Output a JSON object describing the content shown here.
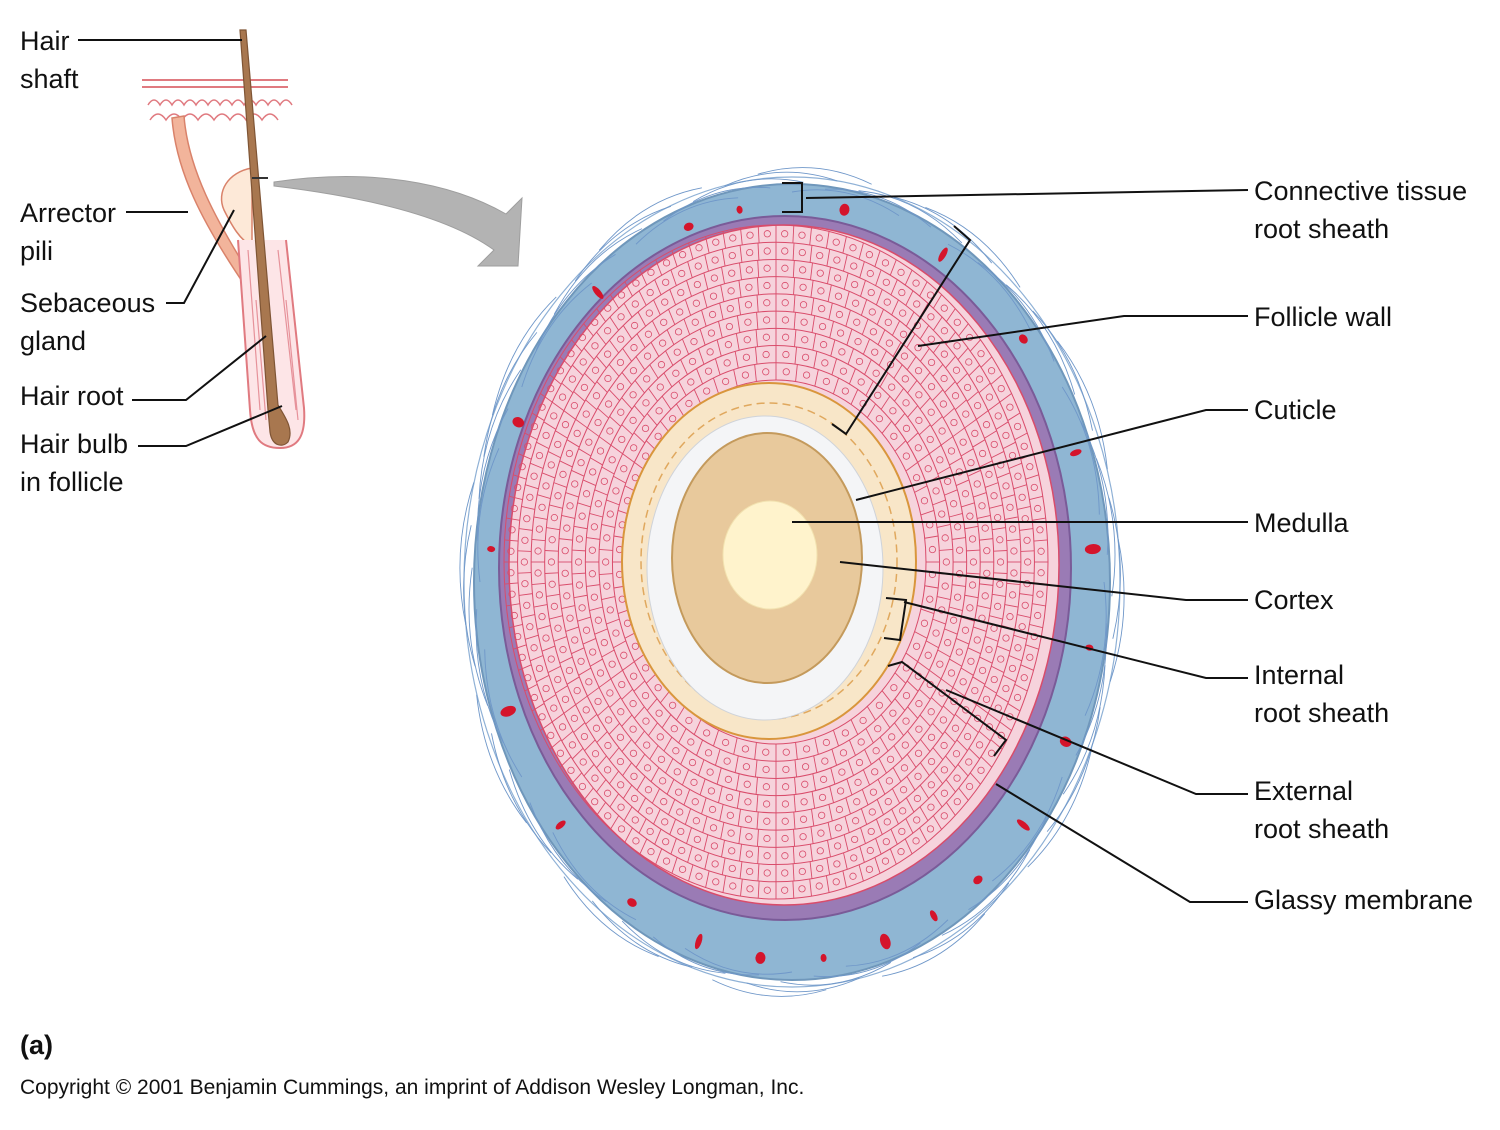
{
  "diagram": {
    "panel_label": "(a)",
    "copyright": "Copyright © 2001 Benjamin Cummings, an imprint of Addison Wesley Longman, Inc.",
    "colors": {
      "connective_sheath": "#8fb6d3",
      "glassy_membrane": "#9a7bb5",
      "external_sheath": "#f6d3dc",
      "cell_lines": "#d94c6b",
      "internal_sheath": "#f8e6c8",
      "cuticle": "#f4f5f7",
      "cortex": "#e8c99c",
      "medulla": "#fff3cc",
      "blood_vessel": "#d4142b",
      "arrow": "#b3b3b3",
      "hair_shaft": "#a8774f"
    },
    "left_labels": {
      "hair_shaft": "Hair\nshaft",
      "arrector_pili": "Arrector\npili",
      "sebaceous_gland": "Sebaceous\ngland",
      "hair_root": "Hair root",
      "hair_bulb": "Hair bulb\nin follicle"
    },
    "right_labels": {
      "connective_tissue": "Connective tissue\nroot sheath",
      "follicle_wall": "Follicle wall",
      "cuticle": "Cuticle",
      "medulla": "Medulla",
      "cortex": "Cortex",
      "internal_root_sheath": "Internal\nroot sheath",
      "external_root_sheath": "External\nroot sheath",
      "glassy_membrane": "Glassy membrane"
    }
  }
}
